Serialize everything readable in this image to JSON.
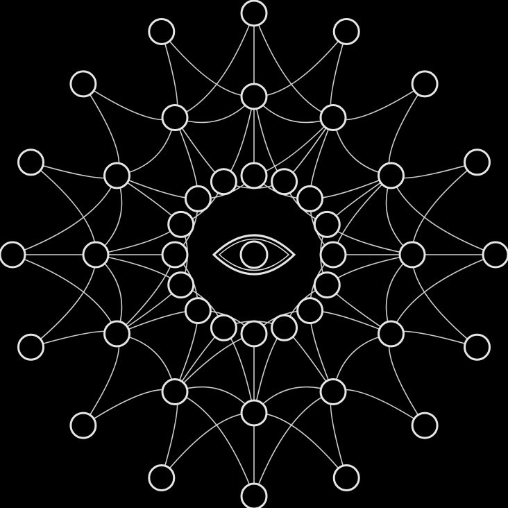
{
  "colors": {
    "background": "#000000",
    "stroke": "#e6e6e6",
    "edge": "#cfcfcf"
  },
  "icon": "eye-icon",
  "graph": {
    "rings": [
      {
        "name": "inner",
        "count": 16
      },
      {
        "name": "middle",
        "count": 12
      },
      {
        "name": "outer",
        "count": 16
      }
    ]
  }
}
